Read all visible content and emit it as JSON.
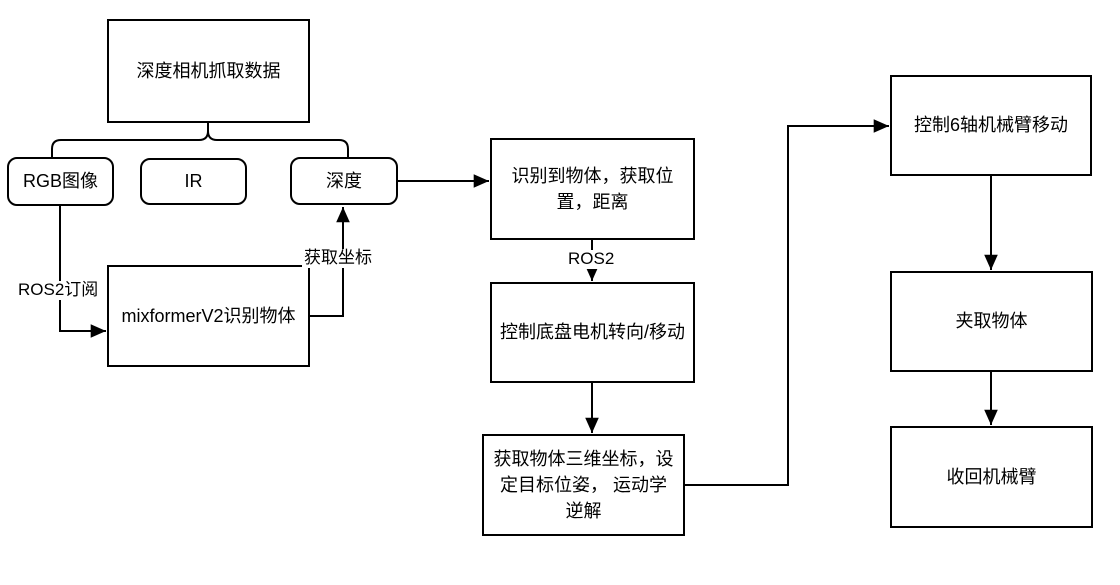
{
  "diagram": {
    "background_color": "#ffffff",
    "stroke_color": "#000000",
    "text_color": "#000000",
    "node_fill_color": "#ffffff",
    "nodes": {
      "capture": {
        "label": "深度相机抓取数据",
        "shape": "rect"
      },
      "rgb": {
        "label": "RGB图像",
        "shape": "rounded"
      },
      "ir": {
        "label": "IR",
        "shape": "rounded"
      },
      "depth": {
        "label": "深度",
        "shape": "rounded"
      },
      "mixformer": {
        "label": "mixformerV2识别物体",
        "shape": "rect"
      },
      "recognize": {
        "label": "识别到物体，获取位置，距离",
        "shape": "rect"
      },
      "chassis": {
        "label": "控制底盘电机转向/移动",
        "shape": "rect"
      },
      "coords": {
        "label": "获取物体三维坐标，设定目标位姿，      运动学逆解",
        "shape": "rect"
      },
      "arm_move": {
        "label": "控制6轴机械臂移动",
        "shape": "rect"
      },
      "grab": {
        "label": "夹取物体",
        "shape": "rect"
      },
      "retract": {
        "label": "收回机械臂",
        "shape": "rect"
      }
    },
    "edges": [
      {
        "from": "capture",
        "to": "rgb",
        "label": ""
      },
      {
        "from": "capture",
        "to": "depth",
        "label": ""
      },
      {
        "from": "rgb",
        "to": "mixformer",
        "label": "ROS2订阅"
      },
      {
        "from": "mixformer",
        "to": "depth",
        "label": "获取坐标"
      },
      {
        "from": "depth",
        "to": "recognize",
        "label": ""
      },
      {
        "from": "recognize",
        "to": "chassis",
        "label": "ROS2"
      },
      {
        "from": "chassis",
        "to": "coords",
        "label": ""
      },
      {
        "from": "coords",
        "to": "arm_move",
        "label": ""
      },
      {
        "from": "arm_move",
        "to": "grab",
        "label": ""
      },
      {
        "from": "grab",
        "to": "retract",
        "label": ""
      }
    ]
  }
}
